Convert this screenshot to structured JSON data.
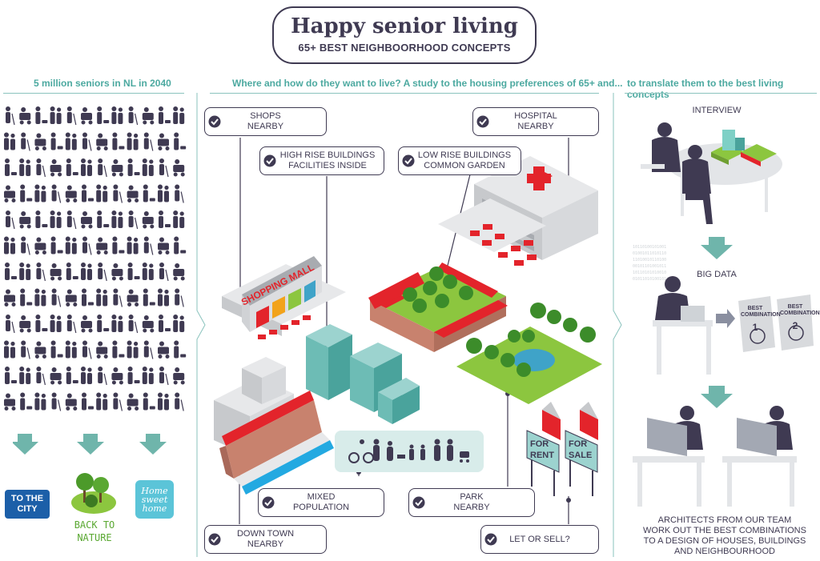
{
  "header": {
    "title": "Happy senior living",
    "subtitle": "65+ BEST NEIGHBOORHOOD CONCEPTS"
  },
  "columns": {
    "left": "5 million seniors in NL in 2040",
    "middle": "Where and how do they want to live? A study to the housing preferences of 65+ and...",
    "right": "to translate them to the best living concepts"
  },
  "left_options": {
    "city": "TO THE CITY",
    "nature": [
      "BACK TO",
      "NATURE"
    ],
    "home": [
      "Home",
      "sweet",
      "home"
    ]
  },
  "preferences": {
    "shops": [
      "SHOPS",
      "NEARBY"
    ],
    "highrise": [
      "HIGH RISE BUILDINGS",
      "FACILITIES INSIDE"
    ],
    "lowrise": [
      "LOW RISE BUILDINGS",
      "COMMON GARDEN"
    ],
    "hospital": [
      "HOSPITAL",
      "NEARBY"
    ],
    "mixed": [
      "MIXED",
      "POPULATION"
    ],
    "park": [
      "PARK",
      "NEARBY"
    ],
    "downtown": [
      "DOWN TOWN",
      "NEARBY"
    ],
    "letsell": [
      "LET OR SELL?"
    ]
  },
  "scene_text": {
    "mall": "SHOPPING MALL",
    "rent": [
      "FOR",
      "RENT"
    ],
    "sale": [
      "FOR",
      "SALE"
    ]
  },
  "process": {
    "interview": "INTERVIEW",
    "bigdata": "BIG DATA",
    "combo1": [
      "BEST",
      "COMBINATION",
      "1"
    ],
    "combo2": [
      "BEST",
      "COMBINATION",
      "2"
    ],
    "architects": [
      "ARCHITECTS FROM OUR TEAM",
      "WORK OUT THE BEST COMBINATIONS",
      "TO A DESIGN OF HOUSES, BUILDINGS",
      "AND NEIGHBOURHOOD"
    ]
  },
  "colors": {
    "dark": "#3f3a52",
    "teal": "#4ca9a0",
    "red": "#e3242b",
    "green": "#8cc63f",
    "blue_badge": "#1c5fa8",
    "cyan_badge": "#5bc4d8"
  }
}
